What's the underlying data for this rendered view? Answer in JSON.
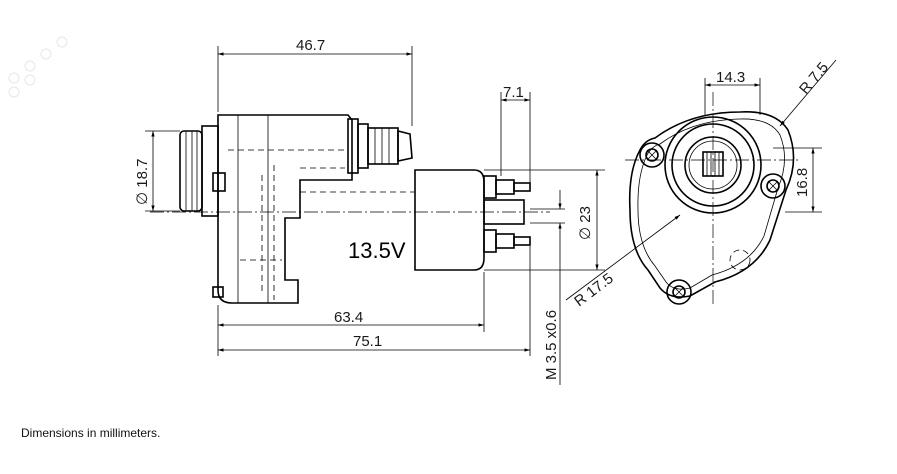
{
  "dimensions": {
    "overall_top_length": "46.7",
    "connector_width": "7.1",
    "connector_diameter": "∅ 18.7",
    "housing_diameter": "∅ 23",
    "body_length": "63.4",
    "overall_length": "75.1",
    "thread": "M 3.5 x0.6",
    "flange_center_width": "14.3",
    "flange_outer_radius": "R 7.5",
    "flange_hole_spacing": "16.8",
    "flange_body_radius": "R 17.5"
  },
  "body_label": "13.5V",
  "caption": "Dimensions in millimeters."
}
